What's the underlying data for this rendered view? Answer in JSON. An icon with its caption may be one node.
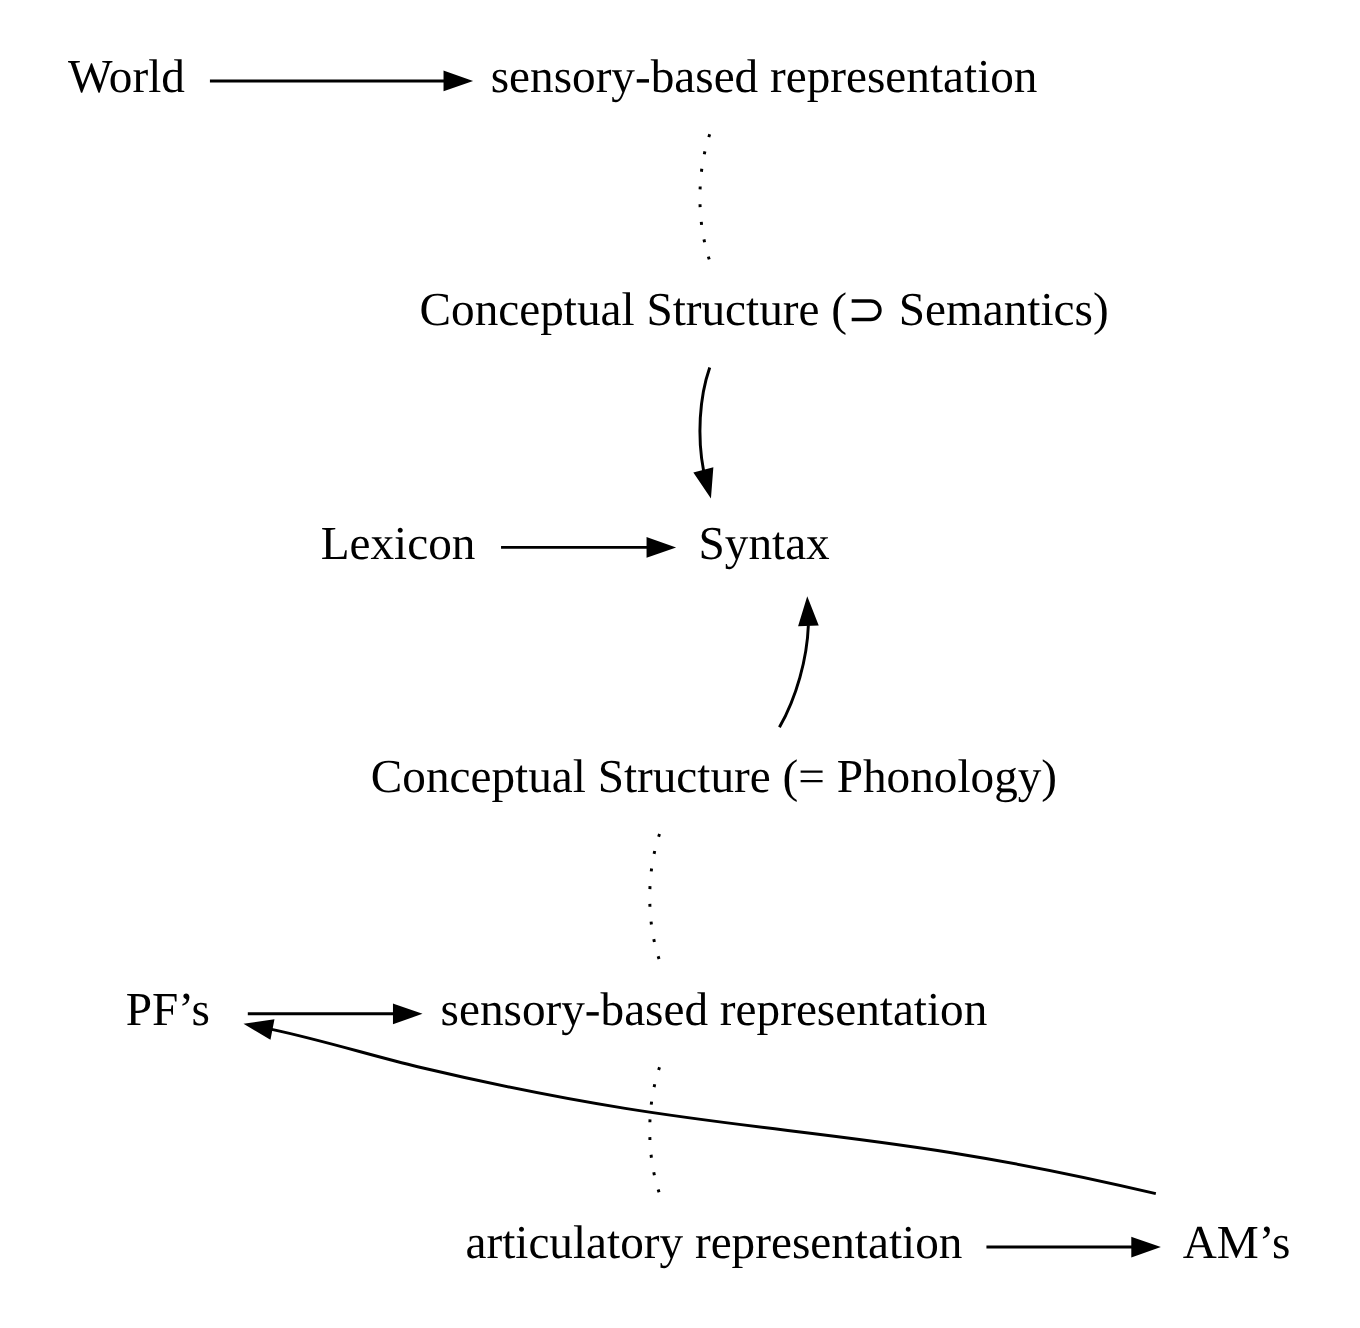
{
  "diagram": {
    "nodes": [
      {
        "text": [
          "World"
        ]
      },
      {
        "text": [
          "sensory-based representation"
        ]
      },
      {
        "text": [
          "Conceptual Structure (⊃ Semantics)"
        ]
      },
      {
        "text": [
          "Syntax"
        ]
      },
      {
        "text": [
          "Lexicon"
        ]
      },
      {
        "text": [
          "Conceptual Structure (= Phonology)"
        ]
      },
      {
        "text": [
          "PF’s"
        ]
      },
      {
        "text": [
          "sensory-based representation"
        ]
      },
      {
        "text": [
          "AM’s"
        ]
      },
      {
        "text": [
          "articulatory representation"
        ]
      }
    ],
    "edges": [
      {
        "from": 0,
        "to": 1,
        "arrow": "to"
      },
      {
        "from": 1,
        "to": 2,
        "arrow": "none",
        "style": "dashed"
      },
      {
        "from": 2,
        "to": 3,
        "arrow": "to"
      },
      {
        "from": 4,
        "to": 3,
        "arrow": "to"
      },
      {
        "from": 5,
        "to": 3,
        "arrow": "to"
      },
      {
        "from": 5,
        "to": 7,
        "arrow": "none",
        "style": "dashed"
      },
      {
        "from": 6,
        "to": 7,
        "arrow": "to"
      },
      {
        "from": 7,
        "to": 9,
        "arrow": "none",
        "style": "dashed"
      },
      {
        "from": 9,
        "to": 8,
        "arrow": "to"
      },
      {
        "from": 8,
        "to": 6,
        "arrow": "to"
      }
    ]
  }
}
